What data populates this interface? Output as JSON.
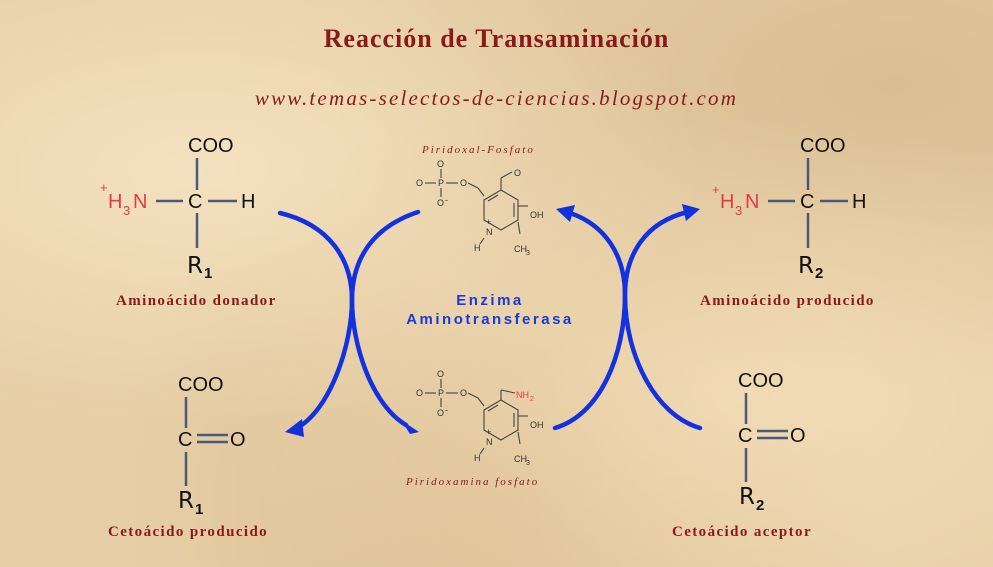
{
  "title": "Reacción de Transaminación",
  "url": "www.temas-selectos-de-ciencias.blogspot.com",
  "enzyme": {
    "line1": "Enzima",
    "line2": "Aminotransferasa"
  },
  "cofactors": {
    "top": "Piridoxal-Fosfato",
    "bottom": "Piridoxamina fosfato"
  },
  "captions": {
    "top_left": "Aminoácido donador",
    "top_right": "Aminoácido producido",
    "bottom_left": "Cetoácido producido",
    "bottom_right": "Cetoácido aceptor"
  },
  "molecules": {
    "coo": "COO",
    "carbon": "C",
    "hydrogen": "H",
    "oxygen": "O",
    "amino_plus": "+",
    "amino_h": "H",
    "amino_sub": "3",
    "amino_n": "N",
    "r1": "R",
    "r1_sub": "1",
    "r2": "R",
    "r2_sub": "2"
  },
  "cofactor_labels": {
    "o": "O",
    "p": "P",
    "minus": "-",
    "oh": "OH",
    "ch3": "CH",
    "ch3_sub": "3",
    "n": "N",
    "plus": "+",
    "h": "H",
    "nh2": "NH",
    "nh2_sub": "2"
  },
  "colors": {
    "title": "#8a1a1a",
    "enzyme": "#1a3bd6",
    "arrows": "#1232e0",
    "amino_group": "#e8394a"
  }
}
